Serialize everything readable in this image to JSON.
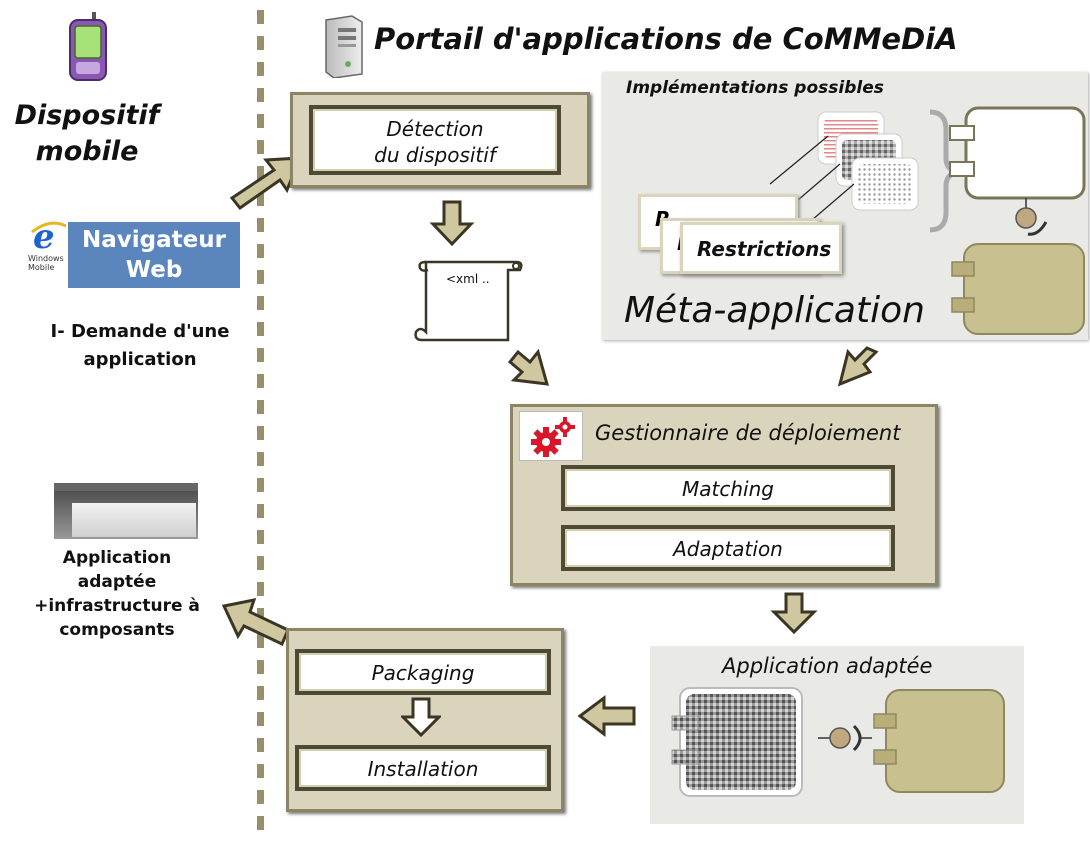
{
  "left": {
    "device_title": "Dispositif mobile",
    "windows_mobile": "Windows Mobile",
    "browser_label": "Navigateur Web",
    "request_label": "I- Demande d'une application",
    "result_label": "Application adaptée +infrastructure à composants"
  },
  "portal": {
    "title": "Portail d'applications de CoMMeDiA"
  },
  "detection": {
    "label_line1": "Détection",
    "label_line2": "du dispositif"
  },
  "xml_doc": "<xml ..",
  "meta": {
    "header": "Implémentations possibles",
    "restriction_label": "Restrictions",
    "restriction_partial_1": "R",
    "restriction_partial_2": "R",
    "title": "Méta-application"
  },
  "manager": {
    "title": "Gestionnaire de déploiement",
    "matching": "Matching",
    "adaptation": "Adaptation"
  },
  "adapted": {
    "title": "Application adaptée"
  },
  "install": {
    "packaging": "Packaging",
    "installation": "Installation"
  },
  "colors": {
    "panel": "#d9d4bb",
    "arrow": "#cfc7a0",
    "component": "#c9c08f",
    "browser_blue": "#5b86bd"
  }
}
